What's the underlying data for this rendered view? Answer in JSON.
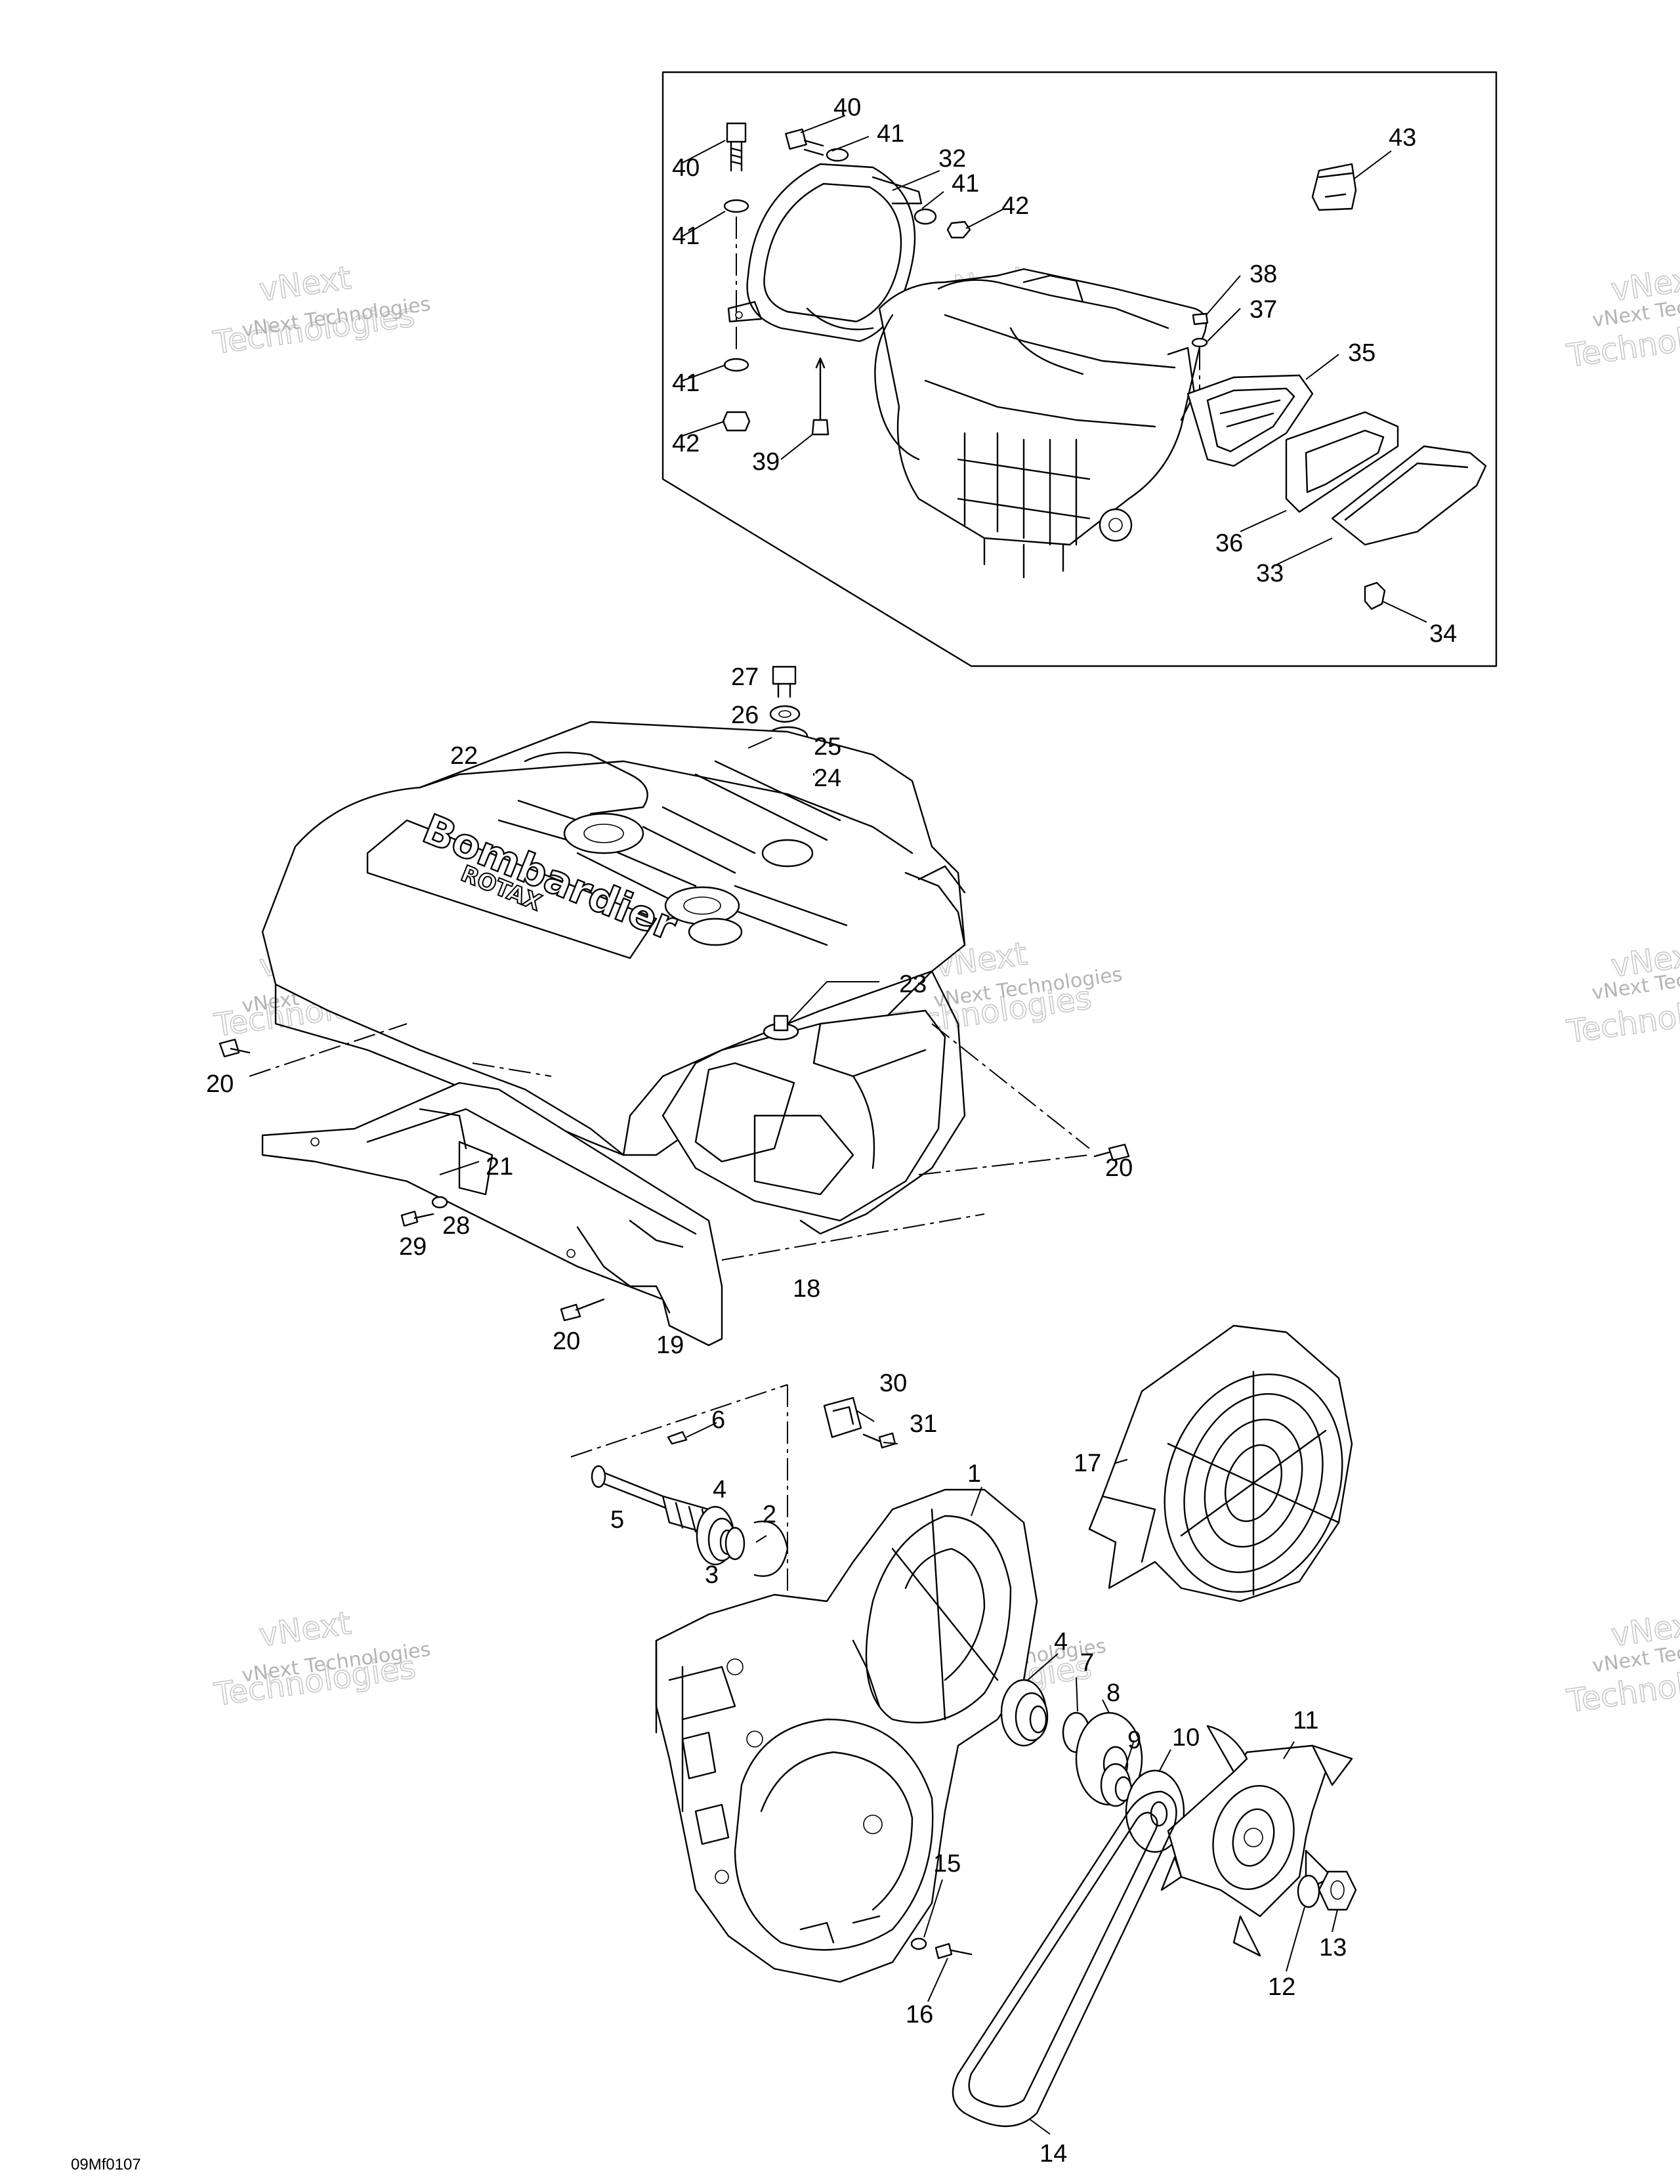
{
  "diagram": {
    "figure_code": "09Mf0107",
    "watermark_small": "vNext Technologies",
    "watermark_large_top": "vNext",
    "watermark_large_bottom": "Technologies",
    "cover_logo": {
      "brand": "Bombardier",
      "sub": "ROTAX"
    },
    "callouts": {
      "c1": "1",
      "c2": "2",
      "c3": "3",
      "c4a": "4",
      "c4b": "4",
      "c5": "5",
      "c6": "6",
      "c7": "7",
      "c8": "8",
      "c9": "9",
      "c10": "10",
      "c11": "11",
      "c12": "12",
      "c13": "13",
      "c14": "14",
      "c15": "15",
      "c16": "16",
      "c17": "17",
      "c18": "18",
      "c19": "19",
      "c20a": "20",
      "c20b": "20",
      "c20c": "20",
      "c21": "21",
      "c22": "22",
      "c23": "23",
      "c24": "24",
      "c25": "25",
      "c26": "26",
      "c27": "27",
      "c28": "28",
      "c29": "29",
      "c30": "30",
      "c31": "31",
      "c32": "32",
      "c33": "33",
      "c34": "34",
      "c35": "35",
      "c36": "36",
      "c37": "37",
      "c38": "38",
      "c39": "39",
      "c40a": "40",
      "c40b": "40",
      "c41a": "41",
      "c41b": "41",
      "c41c": "41",
      "c41d": "41",
      "c42a": "42",
      "c42b": "42",
      "c43": "43"
    }
  }
}
